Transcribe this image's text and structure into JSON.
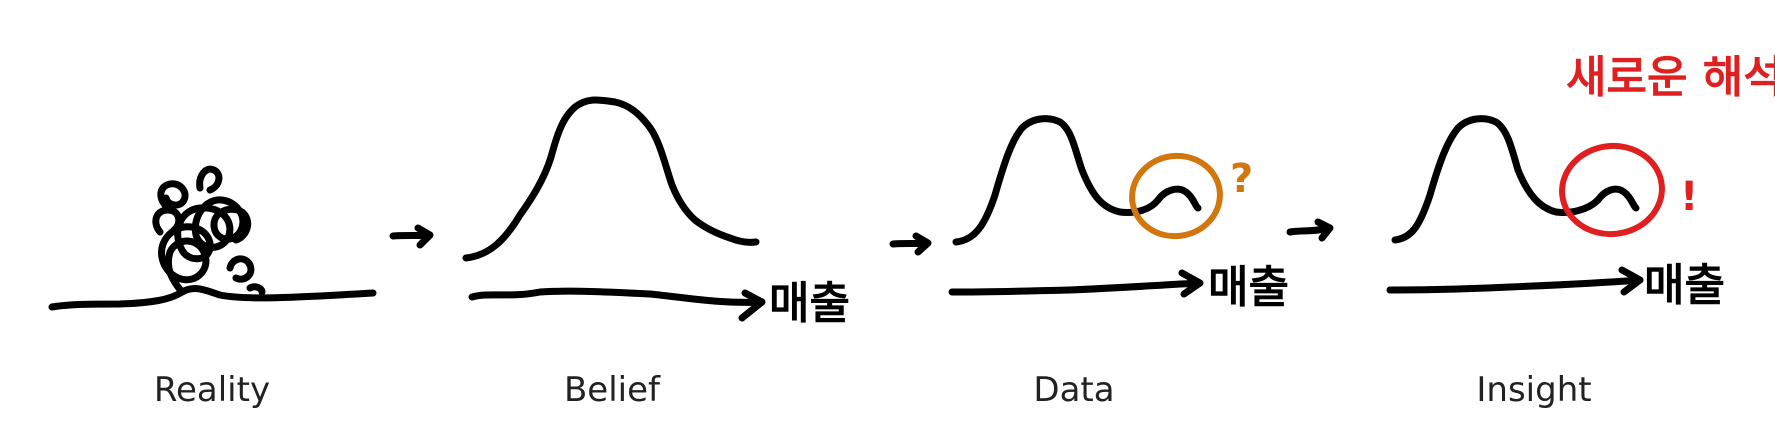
{
  "colors": {
    "ink": "#000000",
    "accent_orange": "#d2760e",
    "accent_red": "#e02020"
  },
  "stages": [
    {
      "label": "Reality"
    },
    {
      "label": "Belief"
    },
    {
      "label": "Data"
    },
    {
      "label": "Insight"
    }
  ],
  "axis_label": "매출",
  "annotations": {
    "question_mark": "?",
    "exclamation_mark": "!",
    "new_interpretation": "새로운 해석"
  }
}
